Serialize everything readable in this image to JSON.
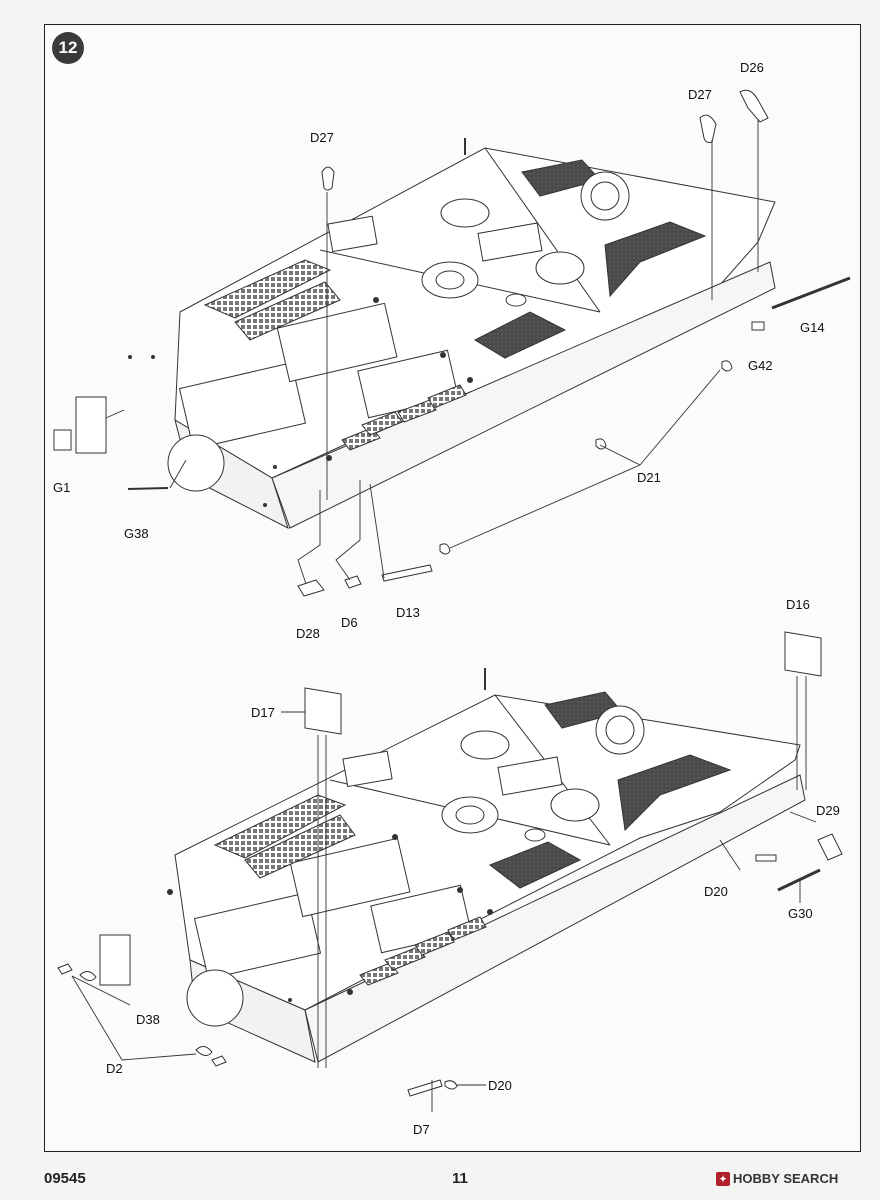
{
  "page": {
    "step_number": "12",
    "product_code": "09545",
    "page_number": "11",
    "watermark_text": "HOBBY SEARCH"
  },
  "top_assembly": {
    "labels": [
      "D27",
      "D26",
      "D27",
      "G14",
      "G42",
      "D21",
      "G1",
      "G38",
      "D28",
      "D6",
      "D13"
    ]
  },
  "bottom_assembly": {
    "labels": [
      "D16",
      "D17",
      "D29",
      "D20",
      "G30",
      "D38",
      "D2",
      "D20",
      "D7"
    ]
  },
  "colors": {
    "line": "#333333",
    "hatch": "#555555",
    "badge": "#3a3a3a",
    "watermark_red": "#b0202a"
  }
}
